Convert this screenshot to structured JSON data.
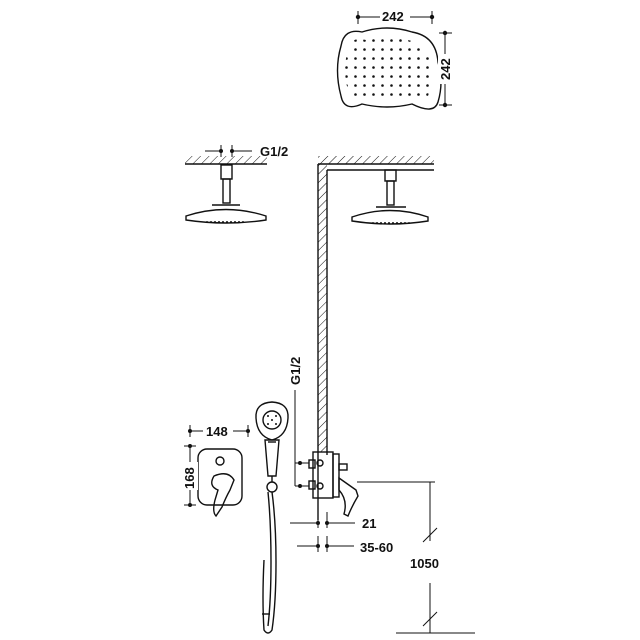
{
  "dimensions": {
    "head_width": "242",
    "head_depth": "242",
    "ceiling_thread": "G1/2",
    "wall_thread": "G1/2",
    "plate_width": "148",
    "plate_height": "168",
    "plate_thickness": "21",
    "embed_depth": "35-60",
    "install_height": "1050"
  }
}
